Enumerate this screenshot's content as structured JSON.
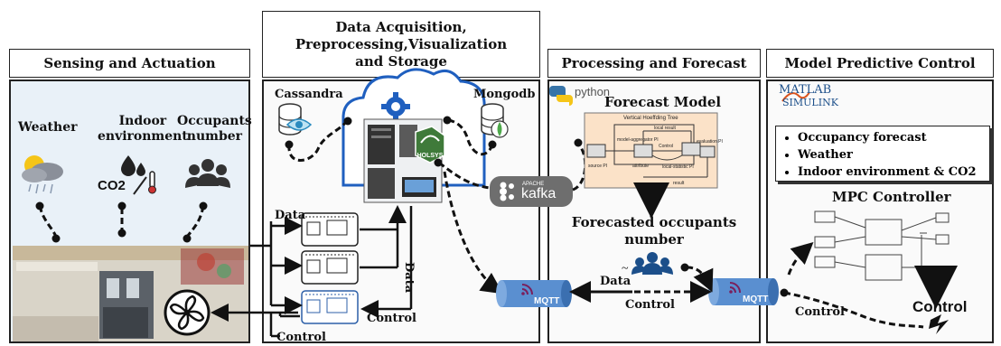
{
  "headers": {
    "sensing": "Sensing and Actuation",
    "acquisition_line1": "Data Acquisition,",
    "acquisition_line2": "Preprocessing,Visualization",
    "acquisition_line3": "and Storage",
    "processing": "Processing and Forecast",
    "mpc": "Model Predictive Control"
  },
  "sensing": {
    "weather": "Weather",
    "indoor_line1": "Indoor",
    "indoor_line2": "environment",
    "occupants_line1": "Occupants",
    "occupants_line2": "number",
    "co2": "CO2"
  },
  "acquisition": {
    "cassandra": "Cassandra",
    "mongodb": "Mongodb",
    "holsys": "HOLSYS",
    "data_left": "Data",
    "data_right": "Data",
    "control_right": "Control",
    "control_bottom": "Control"
  },
  "processing": {
    "python": "python",
    "forecast_model": "Forecast Model",
    "tree_title": "Vertical Hoeffding Tree",
    "local_result": "local result",
    "model_aggregator": "model-aggregator PI",
    "source": "source PI",
    "attribute": "attribute",
    "control": "Control",
    "local_statistic": "local-statistic PI",
    "evaluation": "evaluation PI",
    "result": "result",
    "kafka_small": "APACHE",
    "kafka": "kafka",
    "forecasted_line1": "Forecasted occupants",
    "forecasted_line2": "number",
    "data": "Data",
    "mqtt": "MQTT"
  },
  "mpc": {
    "matlab": "MATLAB",
    "simulink": "SIMULINK",
    "bullets": [
      "Occupancy forecast",
      "Weather",
      "Indoor environment & CO2"
    ],
    "controller": "MPC Controller",
    "control_big": "Control",
    "control_label": "Control",
    "mqtt": "MQTT"
  },
  "colors": {
    "kafka": "#6e6e6e",
    "mqtt": "#5a8fd0",
    "cloud": "#1f5fbf",
    "board_blue": "#2c5fa8"
  }
}
